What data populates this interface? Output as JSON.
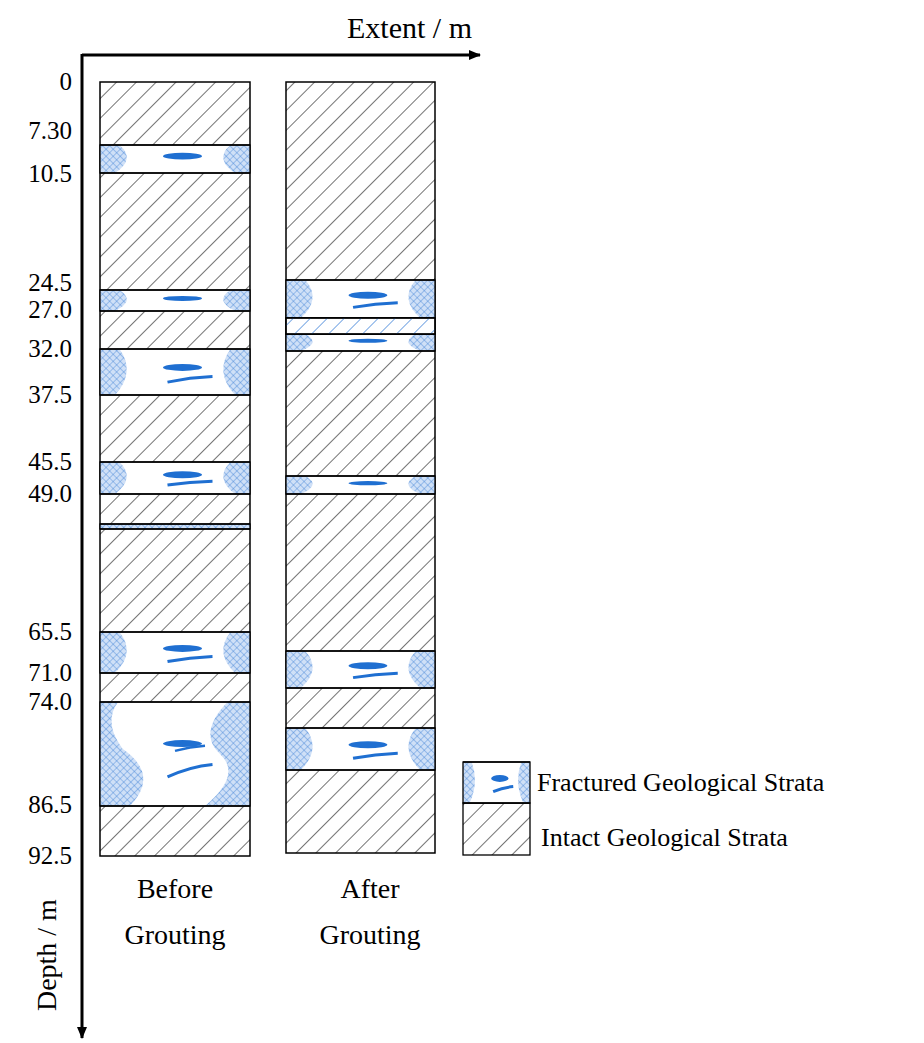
{
  "diagram": {
    "labels": [
      "Extent / m",
      "0",
      "7.30",
      "10.5",
      "24.5",
      "27.0",
      "32.0",
      "37.5",
      "45.5",
      "49.0",
      "65.5",
      "71.0",
      "74.0",
      "86.5",
      "92.5",
      "Before Grouting",
      "After Grouting",
      "Depth / m"
    ],
    "legend": [
      {
        "text": "Fractured Geological Strata"
      },
      {
        "text": "Intact Geological Strata"
      }
    ]
  }
}
